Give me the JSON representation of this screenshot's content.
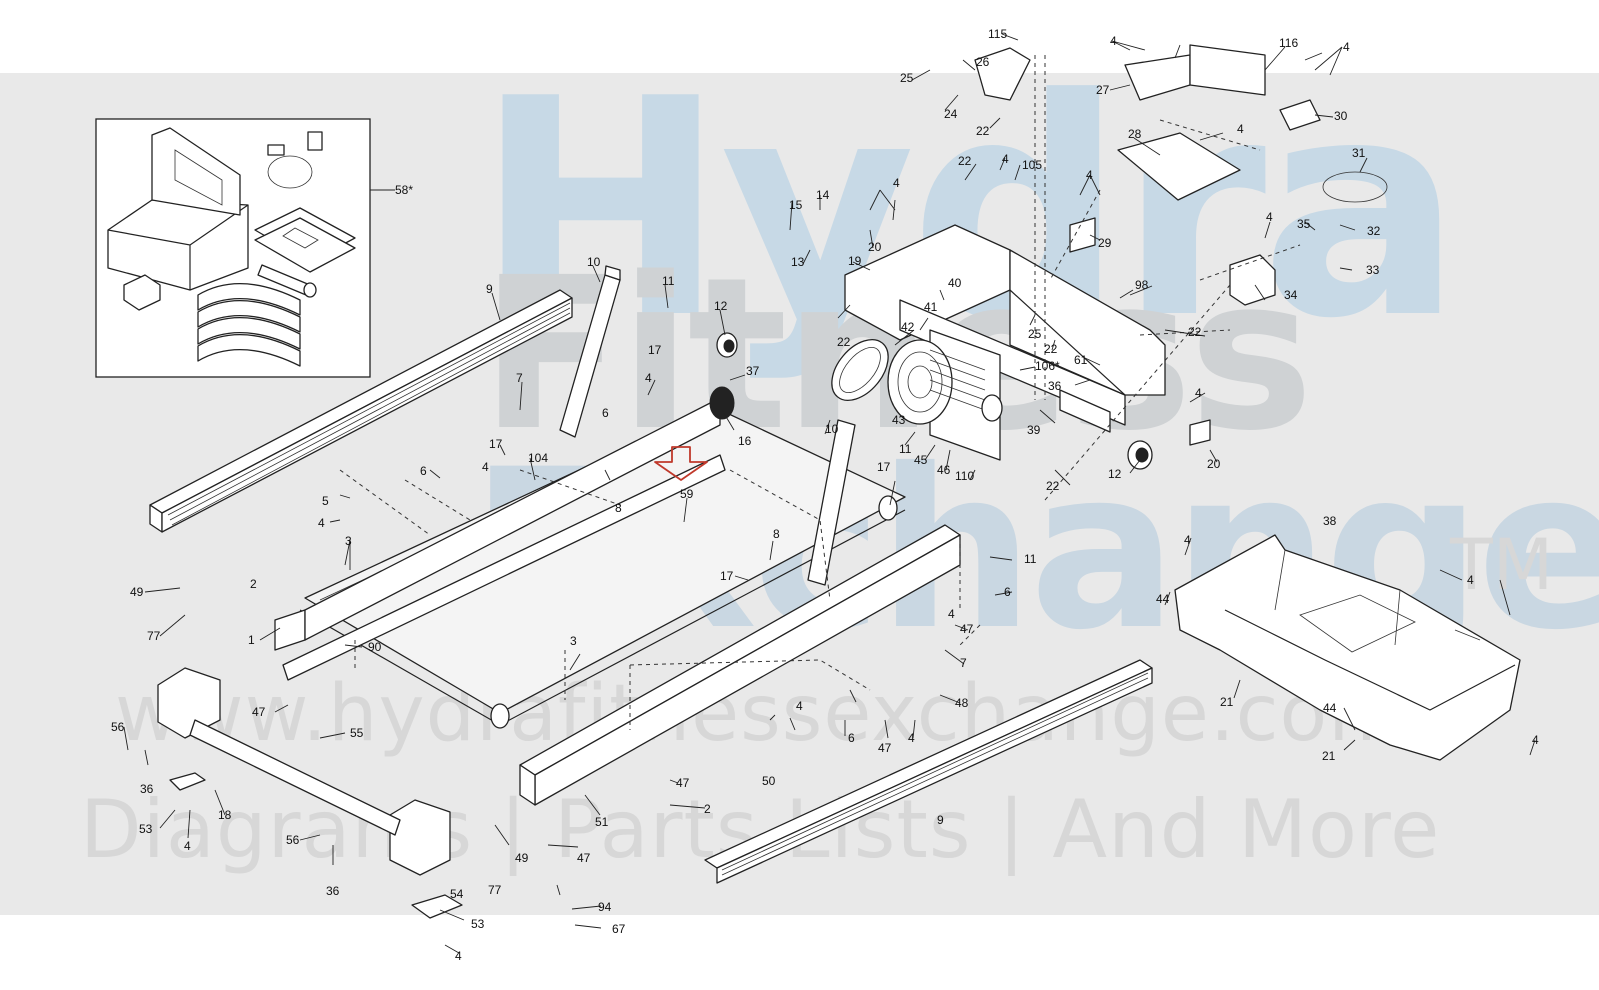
{
  "watermark": {
    "line1": "Hydra",
    "line2": "Fitness",
    "line3": "Exchange",
    "trademark": "TM",
    "url": "www.hydrafitnessexchange.com",
    "tagline": "Diagrams | Parts Lists | And More"
  },
  "callouts": {
    "c1": "1",
    "c2": "2",
    "c3": "3",
    "c4": "4",
    "c5": "5",
    "c6": "6",
    "c7": "7",
    "c8": "8",
    "c9": "9",
    "c10": "10",
    "c11": "11",
    "c12": "12",
    "c13": "13",
    "c14": "14",
    "c15": "15",
    "c16": "16",
    "c17": "17",
    "c18": "18",
    "c19": "19",
    "c20": "20",
    "c21": "21",
    "c22": "22",
    "c24": "24",
    "c25": "25",
    "c26": "26",
    "c27": "27",
    "c28": "28",
    "c29": "29",
    "c30": "30",
    "c31": "31",
    "c32": "32",
    "c33": "33",
    "c34": "34",
    "c35": "35",
    "c36": "36",
    "c37": "37",
    "c38": "38",
    "c39": "39",
    "c40": "40",
    "c41": "41",
    "c42": "42",
    "c43": "43",
    "c44": "44",
    "c45": "45",
    "c46": "46",
    "c47": "47",
    "c48": "48",
    "c49": "49",
    "c50": "50",
    "c51": "51",
    "c53": "53",
    "c54": "54",
    "c55": "55",
    "c56": "56",
    "c58": "58*",
    "c59": "59",
    "c61": "61",
    "c67": "67",
    "c77": "77",
    "c90": "90",
    "c94": "94",
    "c98": "98",
    "c104": "104",
    "c105": "105",
    "c106": "106*",
    "c110": "110",
    "c115": "115",
    "c116": "116"
  },
  "highlight": {
    "part": "59",
    "arrow_color": "#c0392b"
  }
}
